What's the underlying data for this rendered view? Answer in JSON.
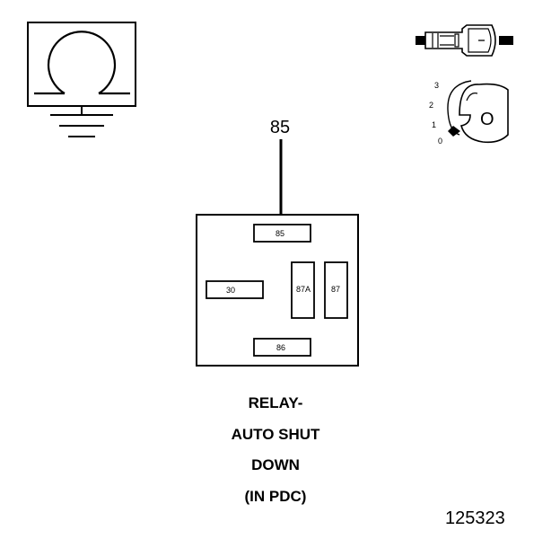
{
  "ground_symbol": {
    "icon": "ground-omega-icon"
  },
  "ignition": {
    "icon": "ignition-key-switch-icon",
    "positions": [
      "3",
      "2",
      "1",
      "0"
    ],
    "key_label": "O"
  },
  "connector": {
    "icon": "relay-connector-icon"
  },
  "terminal_callout": "85",
  "relay": {
    "pins": {
      "p85": "85",
      "p30": "30",
      "p87a": "87A",
      "p87": "87",
      "p86": "86"
    }
  },
  "caption": {
    "line1": "RELAY-",
    "line2": "AUTO SHUT",
    "line3": "DOWN",
    "line4": "(IN PDC)"
  },
  "figure_number": "125323"
}
